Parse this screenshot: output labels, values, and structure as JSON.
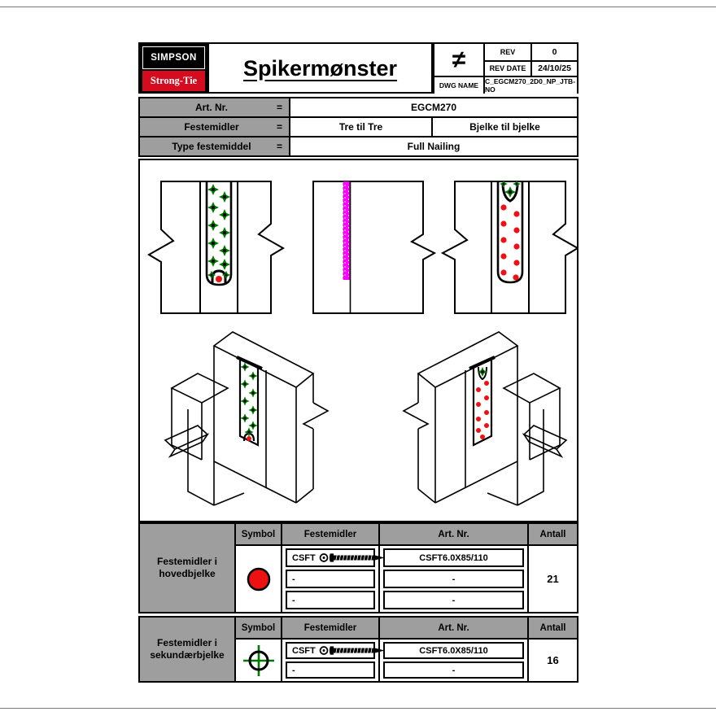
{
  "header": {
    "logo_top": "SIMPSON",
    "logo_bottom": "Strong-Tie",
    "title": "Spikermønster",
    "not_equal_symbol": "≠",
    "rev_label": "REV",
    "rev_value": "0",
    "rev_date_label": "REV DATE",
    "rev_date_value": "24/10/25",
    "dwg_name_label": "DWG NAME",
    "dwg_name_value": "C_EGCM270_2D0_NP_JTB-NO"
  },
  "info_table": {
    "rows": [
      {
        "label": "Art. Nr.",
        "equals": "=",
        "values": [
          "EGCM270"
        ]
      },
      {
        "label": "Festemidler",
        "equals": "=",
        "values": [
          "Tre til Tre",
          "Bjelke til bjelke"
        ]
      },
      {
        "label": "Type festemiddel",
        "equals": "=",
        "values": [
          "Full Nailing"
        ]
      }
    ]
  },
  "fastener_tables": [
    {
      "row_label": "Festemidler i hovedbjelke",
      "headers": [
        "Symbol",
        "Festemidler",
        "Art. Nr.",
        "Antall"
      ],
      "symbol": "red-filled-circle",
      "rows": [
        {
          "festemidler": "CSFT",
          "art_nr": "CSFT6.0X85/110"
        },
        {
          "festemidler": "-",
          "art_nr": "-"
        },
        {
          "festemidler": "-",
          "art_nr": "-"
        }
      ],
      "antall": "21"
    },
    {
      "row_label": "Festemidler i sekundærbjelke",
      "headers": [
        "Symbol",
        "Festemidler",
        "Art. Nr.",
        "Antall"
      ],
      "symbol": "green-crosshair-circle",
      "rows": [
        {
          "festemidler": "CSFT",
          "art_nr": "CSFT6.0X85/110"
        },
        {
          "festemidler": "-",
          "art_nr": "-"
        }
      ],
      "antall": "16"
    }
  ],
  "colors": {
    "secondary_nail_green": "#007a00",
    "main_nail_red": "#ee1111",
    "hanger_side_magenta": "#ff00ff",
    "table_header_gray": "#9e9e9e",
    "logo_red": "#d50c1f",
    "line_black": "#000000"
  }
}
